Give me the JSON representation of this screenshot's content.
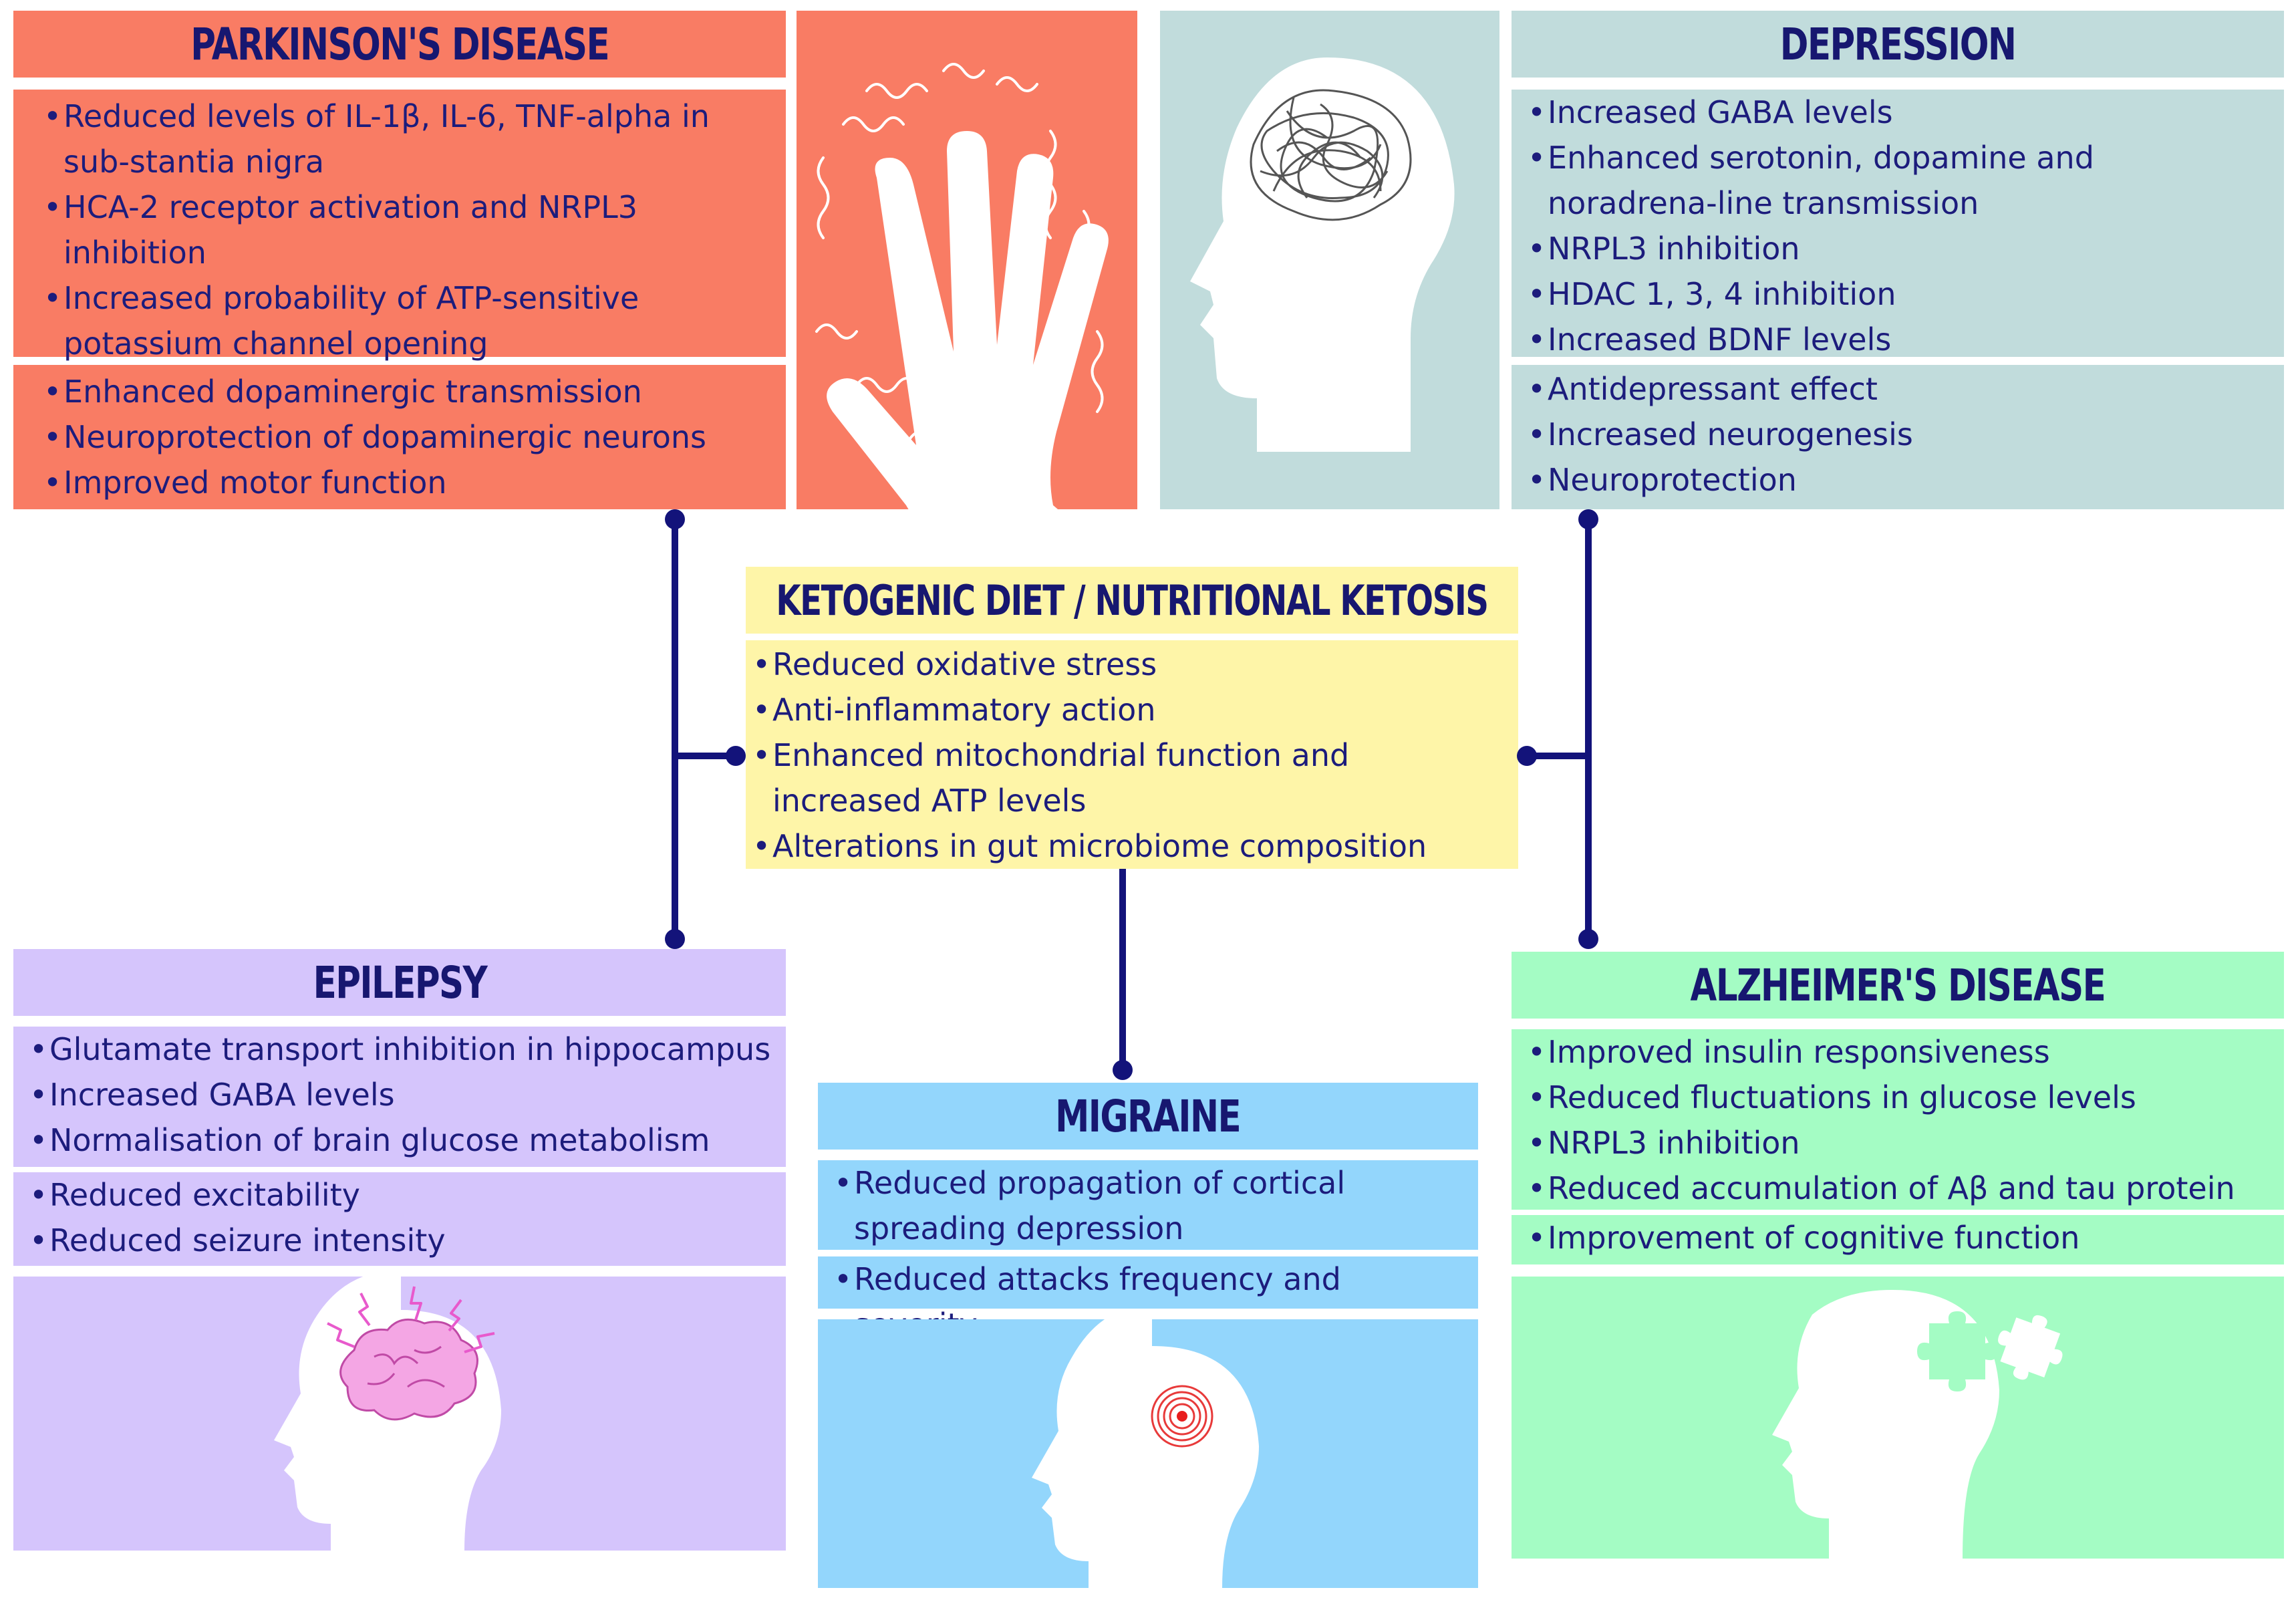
{
  "parkinsons": {
    "title": "PARKINSON'S DISEASE",
    "mechanisms": [
      "Reduced levels of IL-1β, IL-6, TNF-alpha in sub-stantia nigra",
      "HCA-2 receptor activation and NRPL3 inhibition",
      "Increased probability of ATP-sensitive potassium channel opening"
    ],
    "effects": [
      "Enhanced dopaminergic transmission",
      "Neuroprotection of dopaminergic neurons",
      "Improved motor function"
    ],
    "icon": "trembling-hand-icon"
  },
  "depression": {
    "title": "DEPRESSION",
    "mechanisms": [
      "Increased GABA levels",
      "Enhanced serotonin, dopamine and noradrena-line transmission",
      "NRPL3 inhibition",
      "HDAC 1, 3, 4 inhibition",
      "Increased BDNF levels"
    ],
    "effects": [
      "Antidepressant effect",
      "Increased neurogenesis",
      "Neuroprotection"
    ],
    "icon": "tangled-head-icon"
  },
  "ketogenic": {
    "title": "KETOGENIC DIET / NUTRITIONAL KETOSIS",
    "items": [
      "Reduced oxidative stress",
      "Anti-inflammatory action",
      "Enhanced mitochondrial function and increased ATP levels",
      "Alterations in gut microbiome composition"
    ]
  },
  "epilepsy": {
    "title": "EPILEPSY",
    "mechanisms": [
      "Glutamate transport inhibition in hippocampus",
      "Increased GABA levels",
      "Normalisation of brain glucose metabolism"
    ],
    "effects": [
      "Reduced excitability",
      "Reduced seizure intensity"
    ],
    "icon": "seizure-brain-head-icon"
  },
  "migraine": {
    "title": "MIGRAINE",
    "mechanisms": [
      "Reduced propagation of cortical spreading depression"
    ],
    "effects": [
      "Reduced attacks frequency and severity"
    ],
    "icon": "headache-target-head-icon"
  },
  "alzheimers": {
    "title": "ALZHEIMER'S DISEASE",
    "mechanisms": [
      "Improved insulin responsiveness",
      "Reduced fluctuations in glucose levels",
      "NRPL3 inhibition",
      "Reduced accumulation of Aβ and tau protein"
    ],
    "effects": [
      "Improvement of cognitive function"
    ],
    "icon": "puzzle-head-icon"
  },
  "colors": {
    "parkinsons": "#f97c64",
    "depression": "#c1dcdc",
    "ketogenic": "#fef5a8",
    "epilepsy": "#d5c5fc",
    "migraine": "#93d6fc",
    "alzheimers": "#a4fcc4",
    "connector": "#13137a"
  }
}
